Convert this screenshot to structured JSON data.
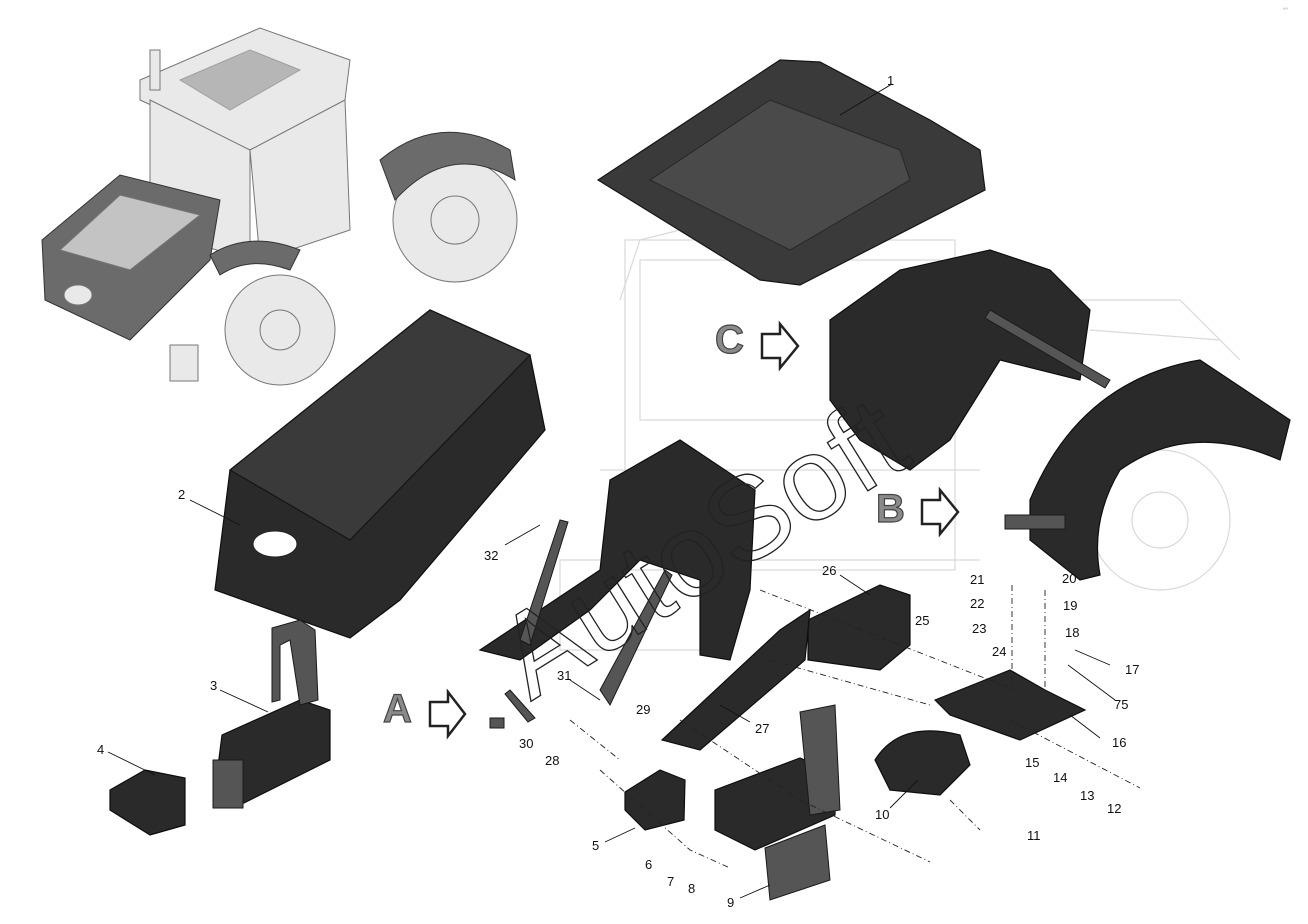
{
  "diagram": {
    "watermark": "AutoSoft",
    "corner_mark": "°° ",
    "view_labels": [
      {
        "id": "A",
        "letter": "A"
      },
      {
        "id": "B",
        "letter": "B"
      },
      {
        "id": "C",
        "letter": "C"
      }
    ],
    "callouts": [
      "1",
      "2",
      "3",
      "4",
      "5",
      "6",
      "7",
      "8",
      "9",
      "10",
      "11",
      "12",
      "13",
      "14",
      "15",
      "16",
      "17",
      "18",
      "19",
      "20",
      "21",
      "22",
      "23",
      "24",
      "25",
      "26",
      "27",
      "28",
      "29",
      "30",
      "31",
      "32",
      "75"
    ],
    "colors": {
      "part_fill": "#3a3a3a",
      "ghost_line": "#d9d9d9",
      "view_letter": "#8a8a8a",
      "text": "#111111"
    }
  }
}
